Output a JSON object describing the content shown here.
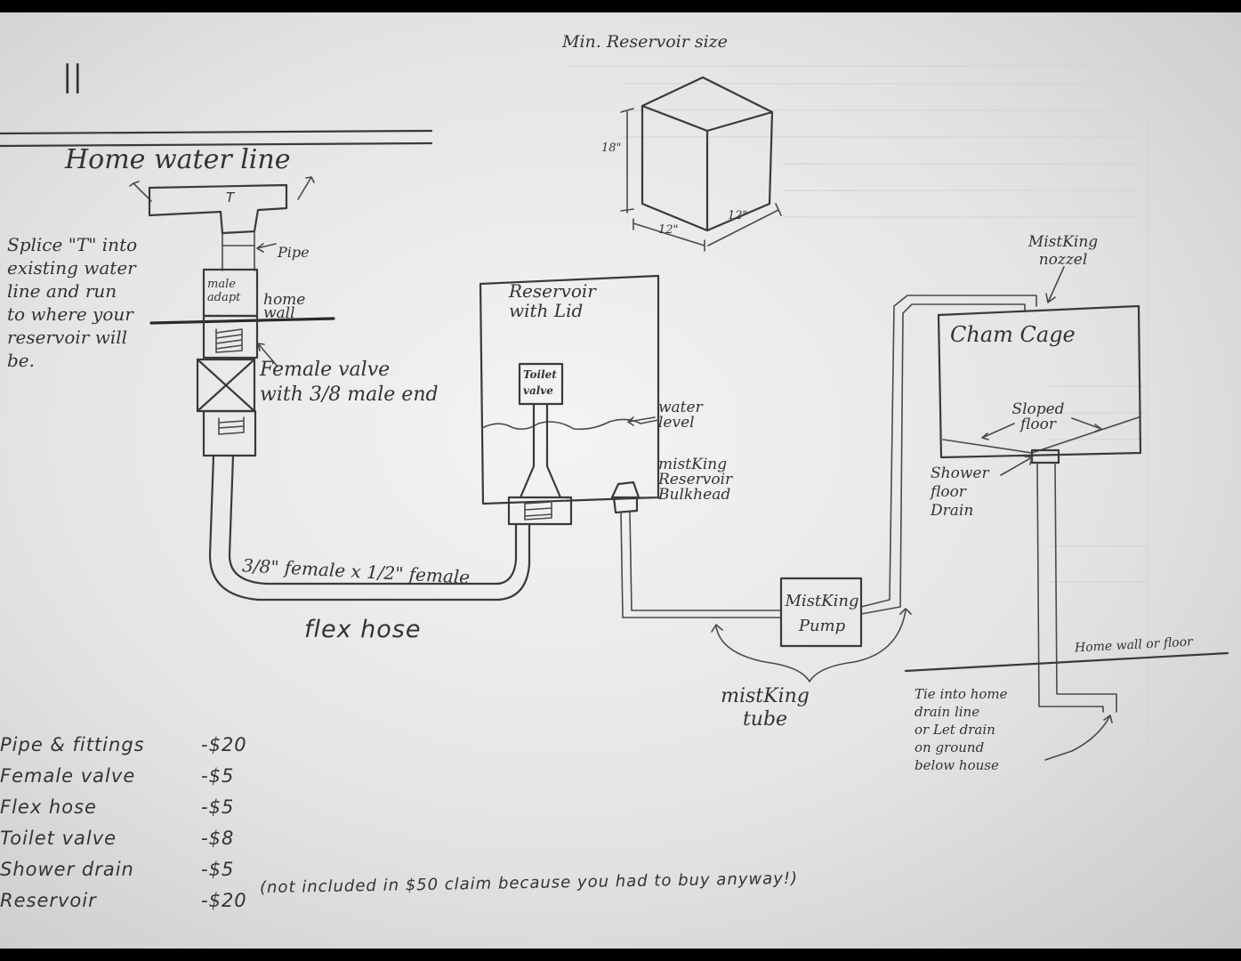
{
  "labels": {
    "tick_mark": "||",
    "home_water_line": "Home water line",
    "tee_letter": "T",
    "splice_note": "Splice \"T\" into\nexisting water\nline and run\nto where your\nreservoir will\nbe.",
    "pipe": "Pipe",
    "male_adapt": "male\nadapt",
    "home_wall": "home\nwall",
    "female_valve": "Female valve\nwith 3/8 male end",
    "flex_spec": "3/8\" female x 1/2\" female",
    "flex_hose": "flex hose",
    "min_reservoir": "Min. Reservoir size",
    "dim_height": "18\"",
    "dim_width": "12\"",
    "dim_depth": "12\"",
    "reservoir_lid": "Reservoir\nwith Lid",
    "toilet_valve": "Toilet\nvalve",
    "water_level": "water\nlevel",
    "bulkhead": "mistKing\nReservoir\nBulkhead",
    "pump": "MistKing\nPump",
    "tube": "mistKing\ntube",
    "nozzle": "MistKing\nnozzel",
    "cham_cage": "Cham Cage",
    "sloped_floor": "Sloped\nfloor",
    "shower_drain": "Shower\nfloor\nDrain",
    "home_wall_floor": "Home wall or floor",
    "tie_into": "Tie into home\ndrain line\nor Let drain\non ground\nbelow house"
  },
  "costs": [
    {
      "item": "Pipe & fittings",
      "price": "-$20"
    },
    {
      "item": "Female valve",
      "price": "-$5"
    },
    {
      "item": "Flex hose",
      "price": "-$5"
    },
    {
      "item": "Toilet valve",
      "price": "-$8"
    },
    {
      "item": "Shower drain",
      "price": "-$5"
    },
    {
      "item": "Reservoir",
      "price": "-$20",
      "note": "(not included in $50 claim because you had to buy anyway!)"
    }
  ]
}
